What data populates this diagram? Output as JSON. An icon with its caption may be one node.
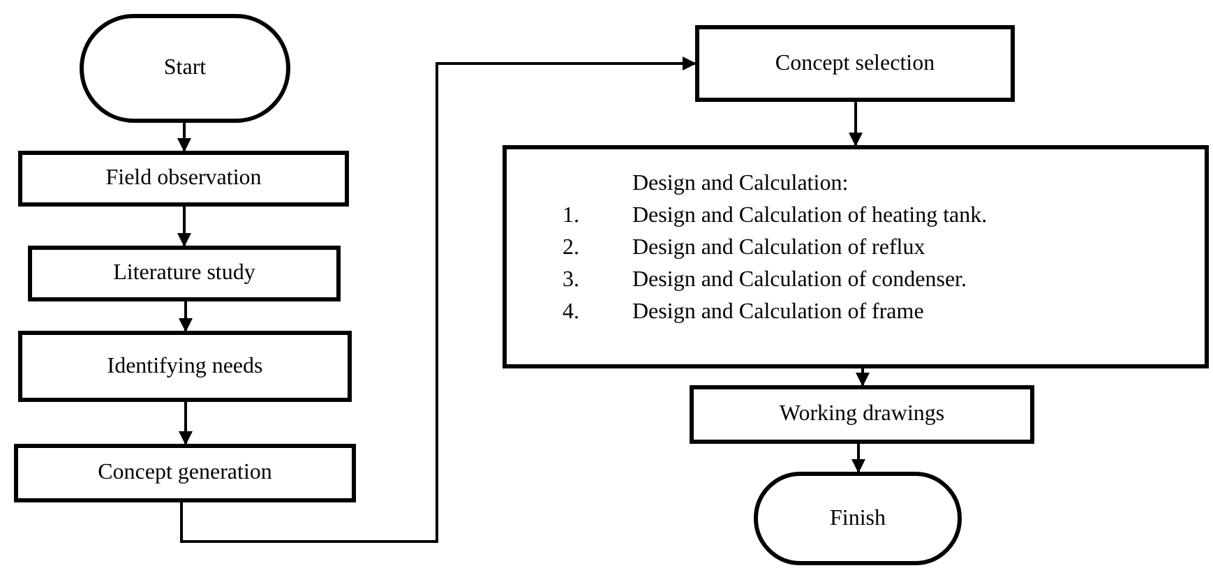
{
  "diagram": {
    "nodes": [
      {
        "text": [
          "Start"
        ]
      },
      {
        "text": [
          "Field observation"
        ]
      },
      {
        "text": [
          "Literature study"
        ]
      },
      {
        "text": [
          "Identifying needs"
        ]
      },
      {
        "text": [
          "Concept generation"
        ]
      },
      {
        "text": [
          "Concept selection"
        ]
      },
      {
        "text": [
          "Design and Calculation:",
          "1.",
          "Design and Calculation of heating tank.",
          "2.",
          "Design and Calculation of reflux",
          "3.",
          "Design and Calculation of condenser.",
          "4.",
          "Design and Calculation of frame"
        ]
      },
      {
        "text": [
          "Working drawings"
        ]
      },
      {
        "text": [
          "Finish"
        ]
      }
    ],
    "edges": [
      {
        "from": 0,
        "to": 1,
        "arrow": "to"
      },
      {
        "from": 1,
        "to": 2,
        "arrow": "to"
      },
      {
        "from": 2,
        "to": 3,
        "arrow": "to"
      },
      {
        "from": 3,
        "to": 4,
        "arrow": "to"
      },
      {
        "from": 4,
        "to": 5,
        "arrow": "to"
      },
      {
        "from": 5,
        "to": 6,
        "arrow": "to"
      },
      {
        "from": 6,
        "to": 7,
        "arrow": "to"
      },
      {
        "from": 7,
        "to": 8,
        "arrow": "to"
      }
    ]
  }
}
